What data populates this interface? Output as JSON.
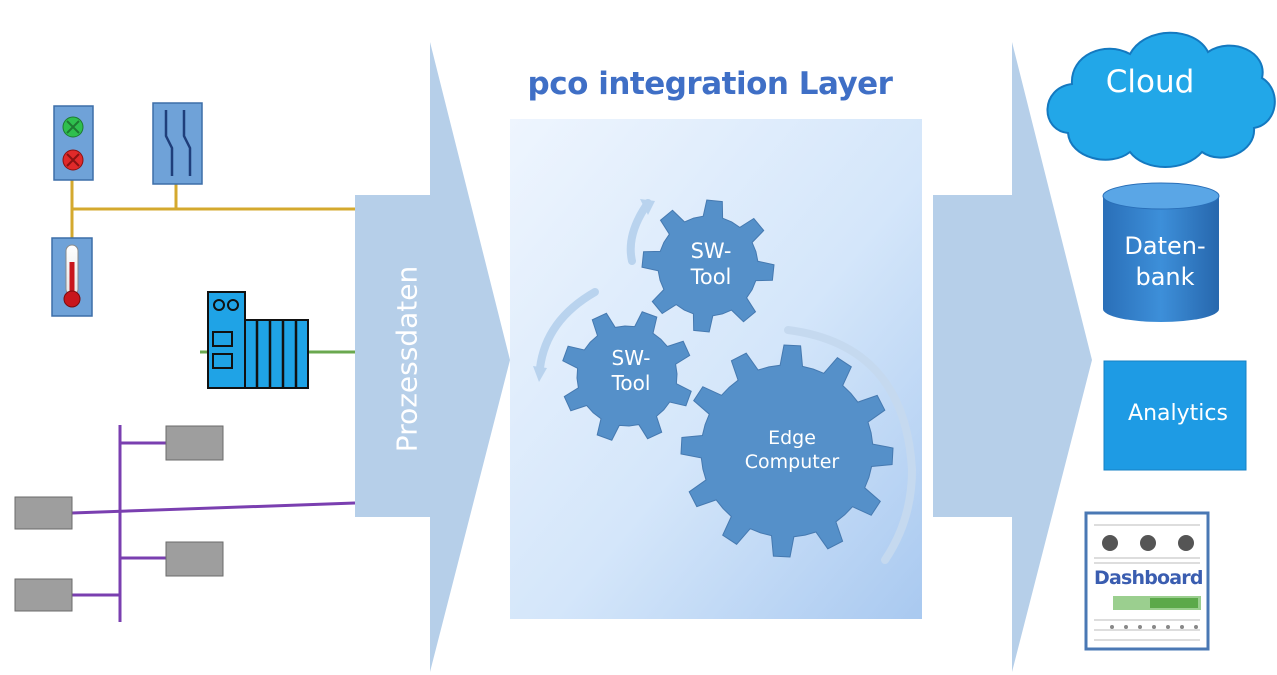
{
  "title": "pco integration Layer",
  "input_arrow_label": "Prozessdaten",
  "gears": {
    "sw_tool_upper": "SW-\nTool",
    "sw_tool_lower": "SW-\nTool",
    "edge": "Edge\nComputer"
  },
  "outputs": {
    "cloud": "Cloud",
    "database": "Daten-\nbank",
    "analytics": "Analytics",
    "dashboard": "Dashboard"
  },
  "colors": {
    "title": "#3f6fc6",
    "arrow": "#b6cfe9",
    "gear": "#5590c9",
    "output_blue": "#1e9be4",
    "bus_yellow": "#d4a92e",
    "bus_green": "#6aa84f",
    "bus_purple": "#7a3fb0"
  }
}
